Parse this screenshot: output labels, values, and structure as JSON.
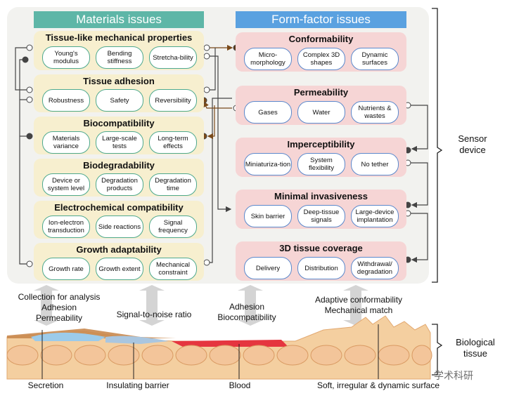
{
  "headers": {
    "materials": "Materials issues",
    "form_factor": "Form-factor issues"
  },
  "materials": [
    {
      "title": "Tissue-like mechanical properties",
      "items": [
        "Young's modulus",
        "Bending stiffness",
        "Stretcha-bility"
      ]
    },
    {
      "title": "Tissue adhesion",
      "items": [
        "Robustness",
        "Safety",
        "Reversibility"
      ]
    },
    {
      "title": "Biocompatibility",
      "items": [
        "Materials variance",
        "Large-scale tests",
        "Long-term effects"
      ]
    },
    {
      "title": "Biodegradability",
      "items": [
        "Device or system level",
        "Degradation products",
        "Degradation time"
      ]
    },
    {
      "title": "Electrochemical compatibility",
      "items": [
        "Ion-electron transduction",
        "Side reactions",
        "Signal frequency"
      ]
    },
    {
      "title": "Growth adaptability",
      "items": [
        "Growth rate",
        "Growth extent",
        "Mechanical constraint"
      ]
    }
  ],
  "form_factor": [
    {
      "title": "Conformability",
      "items": [
        "Micro-morphology",
        "Complex 3D shapes",
        "Dynamic surfaces"
      ]
    },
    {
      "title": "Permeability",
      "items": [
        "Gases",
        "Water",
        "Nutrients & wastes"
      ]
    },
    {
      "title": "Imperceptibility",
      "items": [
        "Miniaturiza-tion",
        "System flexibility",
        "No tether"
      ]
    },
    {
      "title": "Minimal invasiveness",
      "items": [
        "Skin barrier",
        "Deep-tissue signals",
        "Large-device implantation"
      ]
    },
    {
      "title": "3D tissue coverage",
      "items": [
        "Delivery",
        "Distribution",
        "Withdrawal/ degradation"
      ]
    }
  ],
  "side_labels": {
    "sensor_device": "Sensor device",
    "biological_tissue": "Biological tissue"
  },
  "interface_labels": {
    "collection": "Collection for analysis\nAdhesion\nPermeability",
    "signal": "Signal-to-noise ratio",
    "adhesion_bio": "Adhesion\nBiocompatibility",
    "adaptive": "Adaptive conformability\nMechanical match"
  },
  "bottom_labels": {
    "secretion": "Secretion",
    "insulating": "Insulating barrier",
    "blood": "Blood",
    "soft": "Soft, irregular & dynamic surface"
  },
  "watermark": "学术科研",
  "colors": {
    "materials_header": "#5eb6a7",
    "form_header": "#5aa1e0",
    "materials_bg": "#f7efcf",
    "form_bg": "#f6d5d5"
  }
}
